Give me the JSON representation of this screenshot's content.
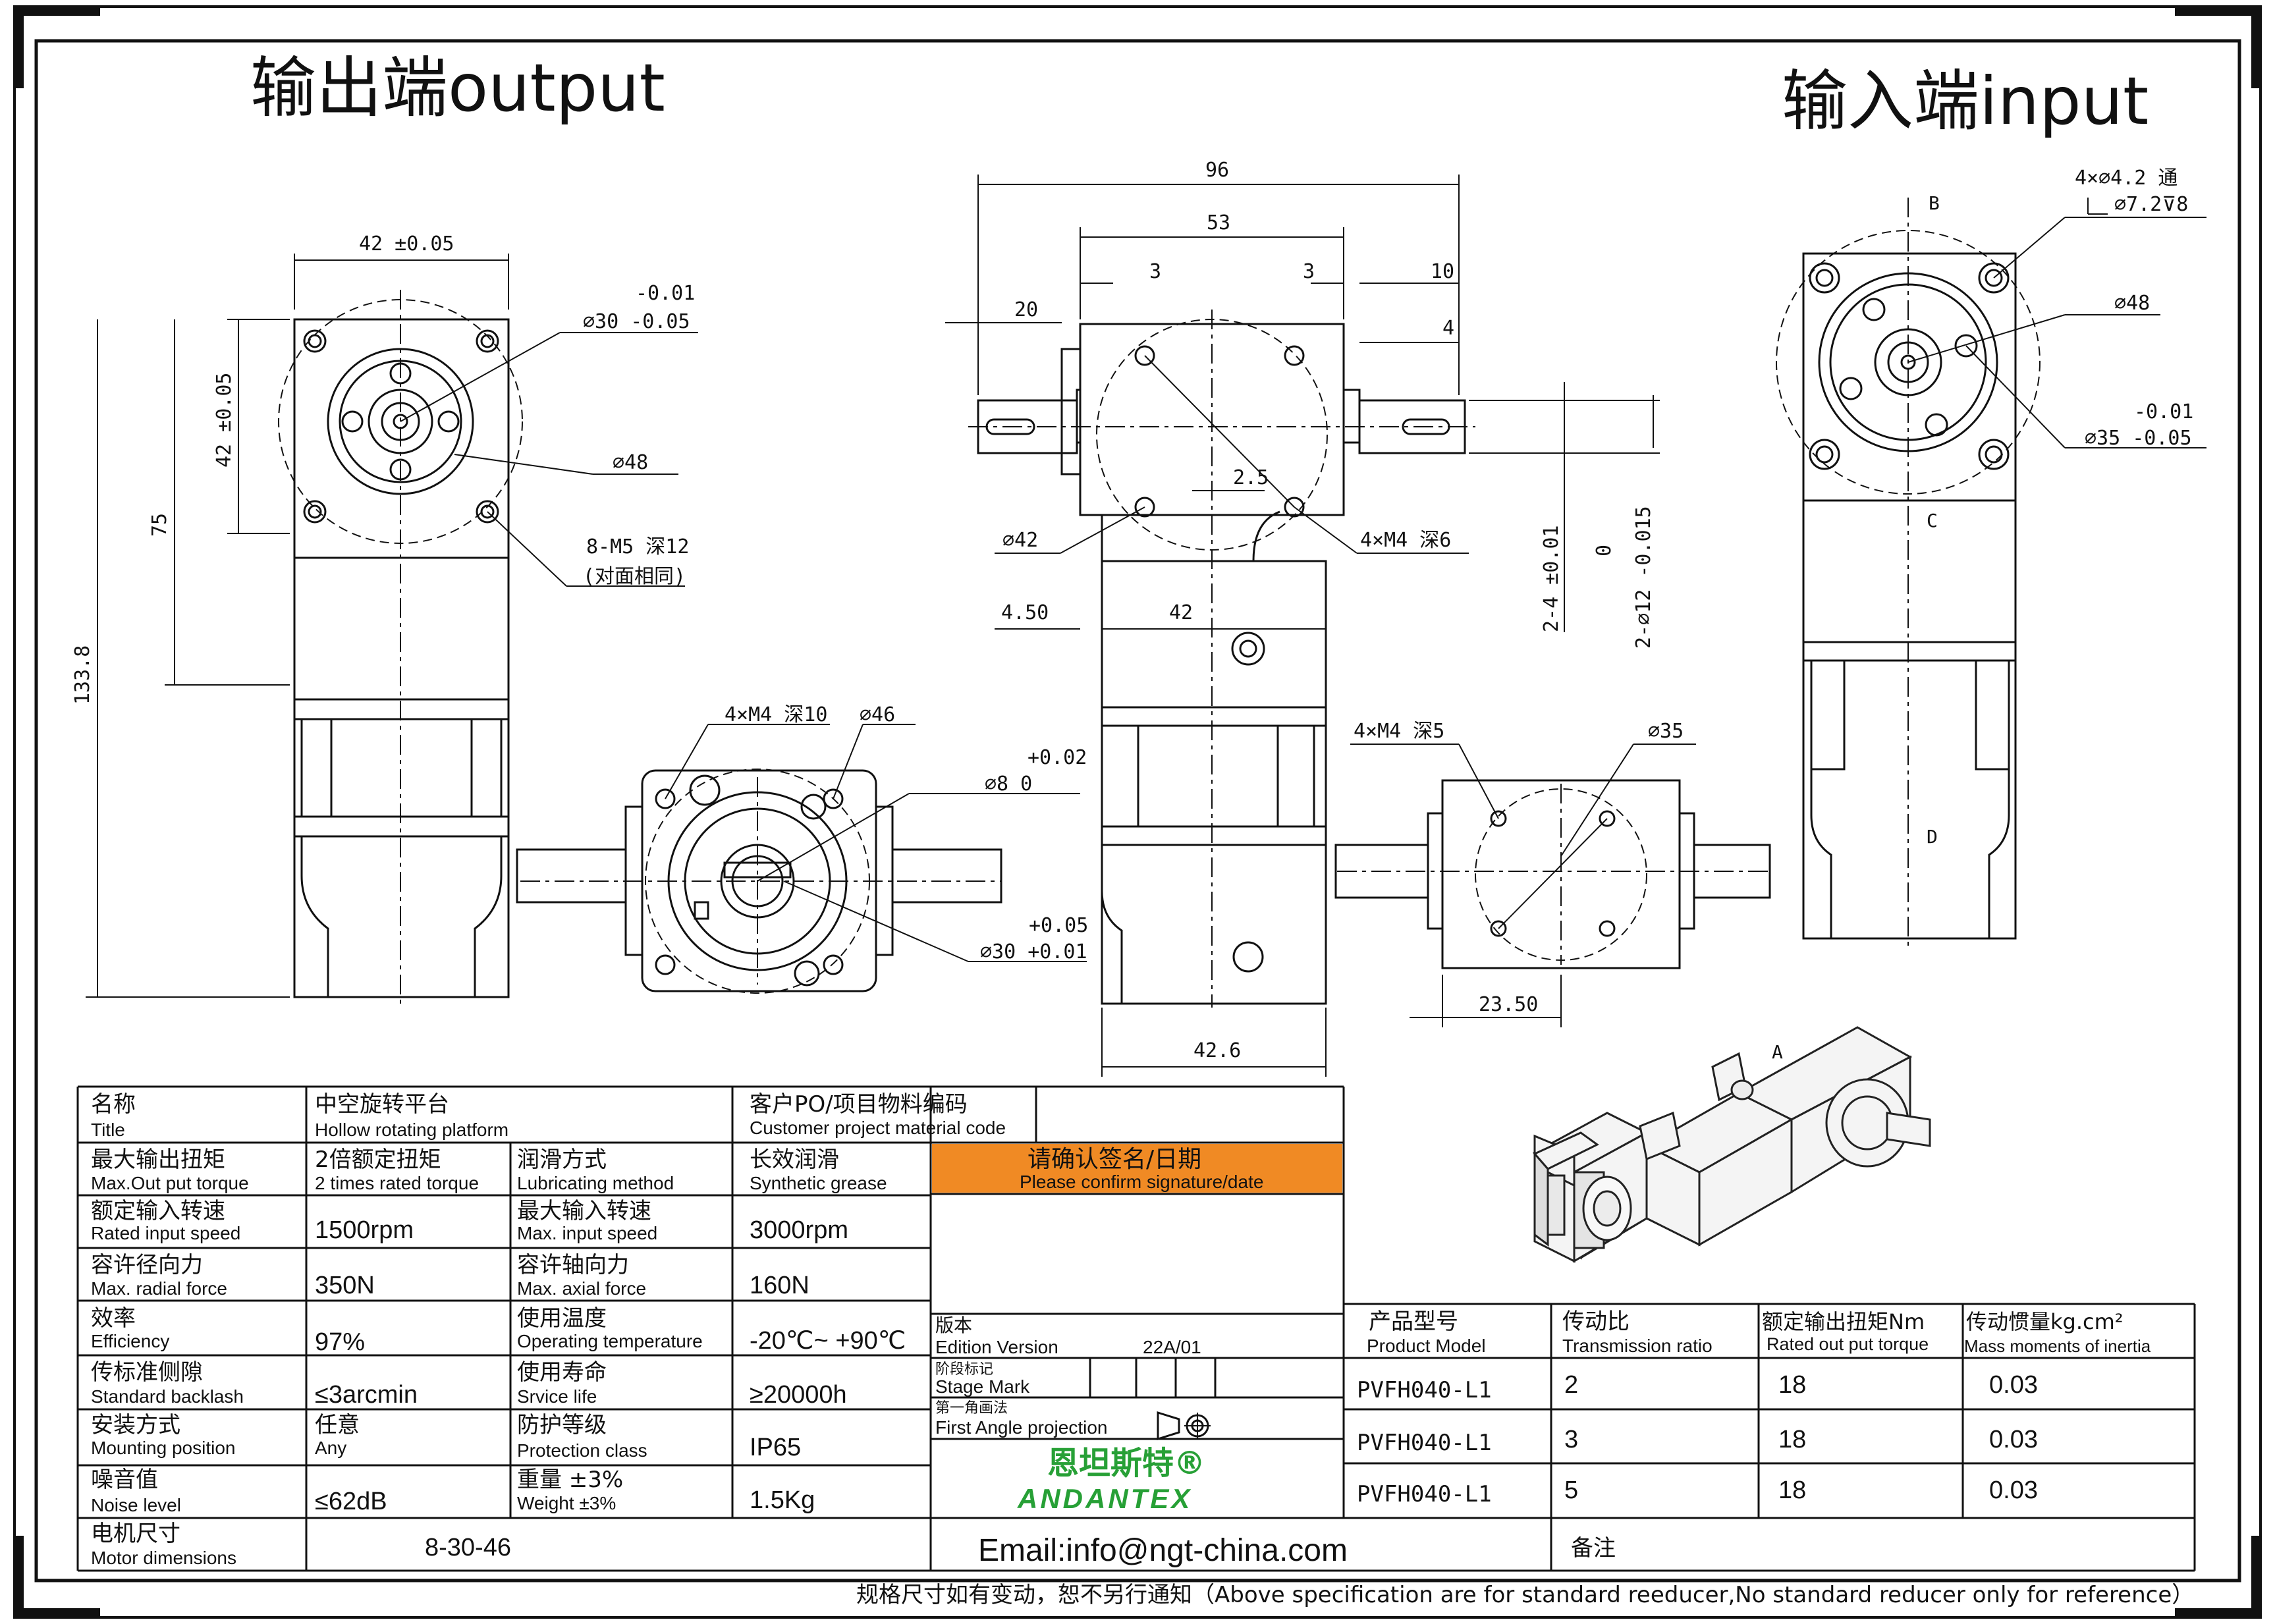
{
  "headings": {
    "output": "输出端output",
    "input": "输入端input"
  },
  "dims": {
    "d42_005": "42 ±0.05",
    "tol_m001": "-0.01",
    "d30_m005": "∅30 -0.05",
    "d48": "∅48",
    "v42_005": "42 ±0.05",
    "v75": "75",
    "v133_8": "133.8",
    "m5_deep12": "8-M5 深12",
    "opposite_same": "(对面相同)",
    "d96": "96",
    "d53": "53",
    "d3a": "3",
    "d3b": "3",
    "d10": "10",
    "d20": "20",
    "d4": "4",
    "d2_5": "2.5",
    "d42c": "∅42",
    "m4_deep6": "4×M4 深6",
    "d4_50": "4.50",
    "d42h": "42",
    "m4_deep10": "4×M4 深10",
    "d46": "∅46",
    "tol_p002": "+0.02",
    "d8_0": "∅8  0",
    "tol_p005": "+0.05",
    "d30_p001": "∅30 +0.01",
    "d42_6": "42.6",
    "side_0": "0",
    "side_2_4": "2-4 ±0.01",
    "side_2_d12": "2-∅12 -0.015",
    "m4_deep5": "4×M4 深5",
    "d35b": "∅35",
    "d23_50": "23.50",
    "hole_spec": "4×∅4.2 通",
    "cbore_spec": "∅7.2⊽8",
    "d48r": "∅48",
    "tol_m001r": "-0.01",
    "d35_m005": "∅35 -0.05",
    "lbl_a": "A",
    "lbl_b": "B",
    "lbl_c": "C",
    "lbl_d": "D"
  },
  "spec": {
    "name_cn": "名称",
    "name_en": "Title",
    "title_cn": "中空旋转平台",
    "title_en": "Hollow rotating platform",
    "cust_cn": "客户PO/项目物料编码",
    "cust_en": "Customer project material code",
    "rows": [
      {
        "l1_cn": "最大输出扭矩",
        "l1_en": "Max.Out put torque",
        "v1_cn": "2倍额定扭矩",
        "v1_en": "2 times rated torque",
        "l2_cn": "润滑方式",
        "l2_en": "Lubricating method",
        "v2_cn": "长效润滑",
        "v2_en": "Synthetic grease"
      },
      {
        "l1_cn": "额定输入转速",
        "l1_en": "Rated input speed",
        "v1": "1500rpm",
        "l2_cn": "最大输入转速",
        "l2_en": "Max. input speed",
        "v2": "3000rpm"
      },
      {
        "l1_cn": "容许径向力",
        "l1_en": "Max. radial force",
        "v1": "350N",
        "l2_cn": "容许轴向力",
        "l2_en": "Max. axial force",
        "v2": "160N"
      },
      {
        "l1_cn": "效率",
        "l1_en": "Efficiency",
        "v1": "97%",
        "l2_cn": "使用温度",
        "l2_en": "Operating temperature",
        "v2": "-20℃~ +90℃"
      },
      {
        "l1_cn": "传标准侧隙",
        "l1_en": "Standard backlash",
        "v1": "≤3arcmin",
        "l2_cn": "使用寿命",
        "l2_en": "Srvice life",
        "v2": "≥20000h"
      },
      {
        "l1_cn": "安装方式",
        "l1_en": "Mounting position",
        "v1_cn": "任意",
        "v1_en": "Any",
        "l2_cn": "防护等级",
        "l2_en": "Protection class",
        "v2": "IP65"
      },
      {
        "l1_cn": "噪音值",
        "l1_en": "Noise level",
        "v1": "≤62dB",
        "l2_cn": "重量 ±3%",
        "l2_en": "Weight ±3%",
        "v2": "1.5Kg"
      }
    ],
    "motor_cn": "电机尺寸",
    "motor_en": "Motor dimensions",
    "motor_val": "8-30-46"
  },
  "confirm": {
    "cn": "请确认签名/日期",
    "en": "Please confirm signature/date"
  },
  "version": {
    "cn": "版本",
    "en": "Edition Version",
    "value": "22A/01"
  },
  "stage": {
    "cn": "阶段标记",
    "en": "Stage Mark"
  },
  "projection": {
    "cn": "第一角画法",
    "en": "First Angle projection"
  },
  "brand": {
    "cn": "恩坦斯特®",
    "en": "ANDANTEX"
  },
  "email": "Email:info@ngt-china.com",
  "remark": "备注",
  "models": {
    "headers": [
      {
        "cn": "产品型号",
        "en": "Product Model"
      },
      {
        "cn": "传动比",
        "en": "Transmission ratio"
      },
      {
        "cn": "额定输出扭矩Nm",
        "en": "Rated out put torque"
      },
      {
        "cn": "传动惯量kg.cm²",
        "en": "Mass moments of inertia"
      }
    ],
    "rows": [
      {
        "model": "PVFH040-L1",
        "ratio": "2",
        "torque": "18",
        "inertia": "0.03"
      },
      {
        "model": "PVFH040-L1",
        "ratio": "3",
        "torque": "18",
        "inertia": "0.03"
      },
      {
        "model": "PVFH040-L1",
        "ratio": "5",
        "torque": "18",
        "inertia": "0.03"
      }
    ]
  },
  "footer": "规格尺寸如有变动，恕不另行通知（Above specification are for standard reeducer,No standard reducer only for reference）",
  "colors": {
    "confirm_bg": "#f08a24",
    "brand_green": "#27a036",
    "line": "#111111"
  }
}
